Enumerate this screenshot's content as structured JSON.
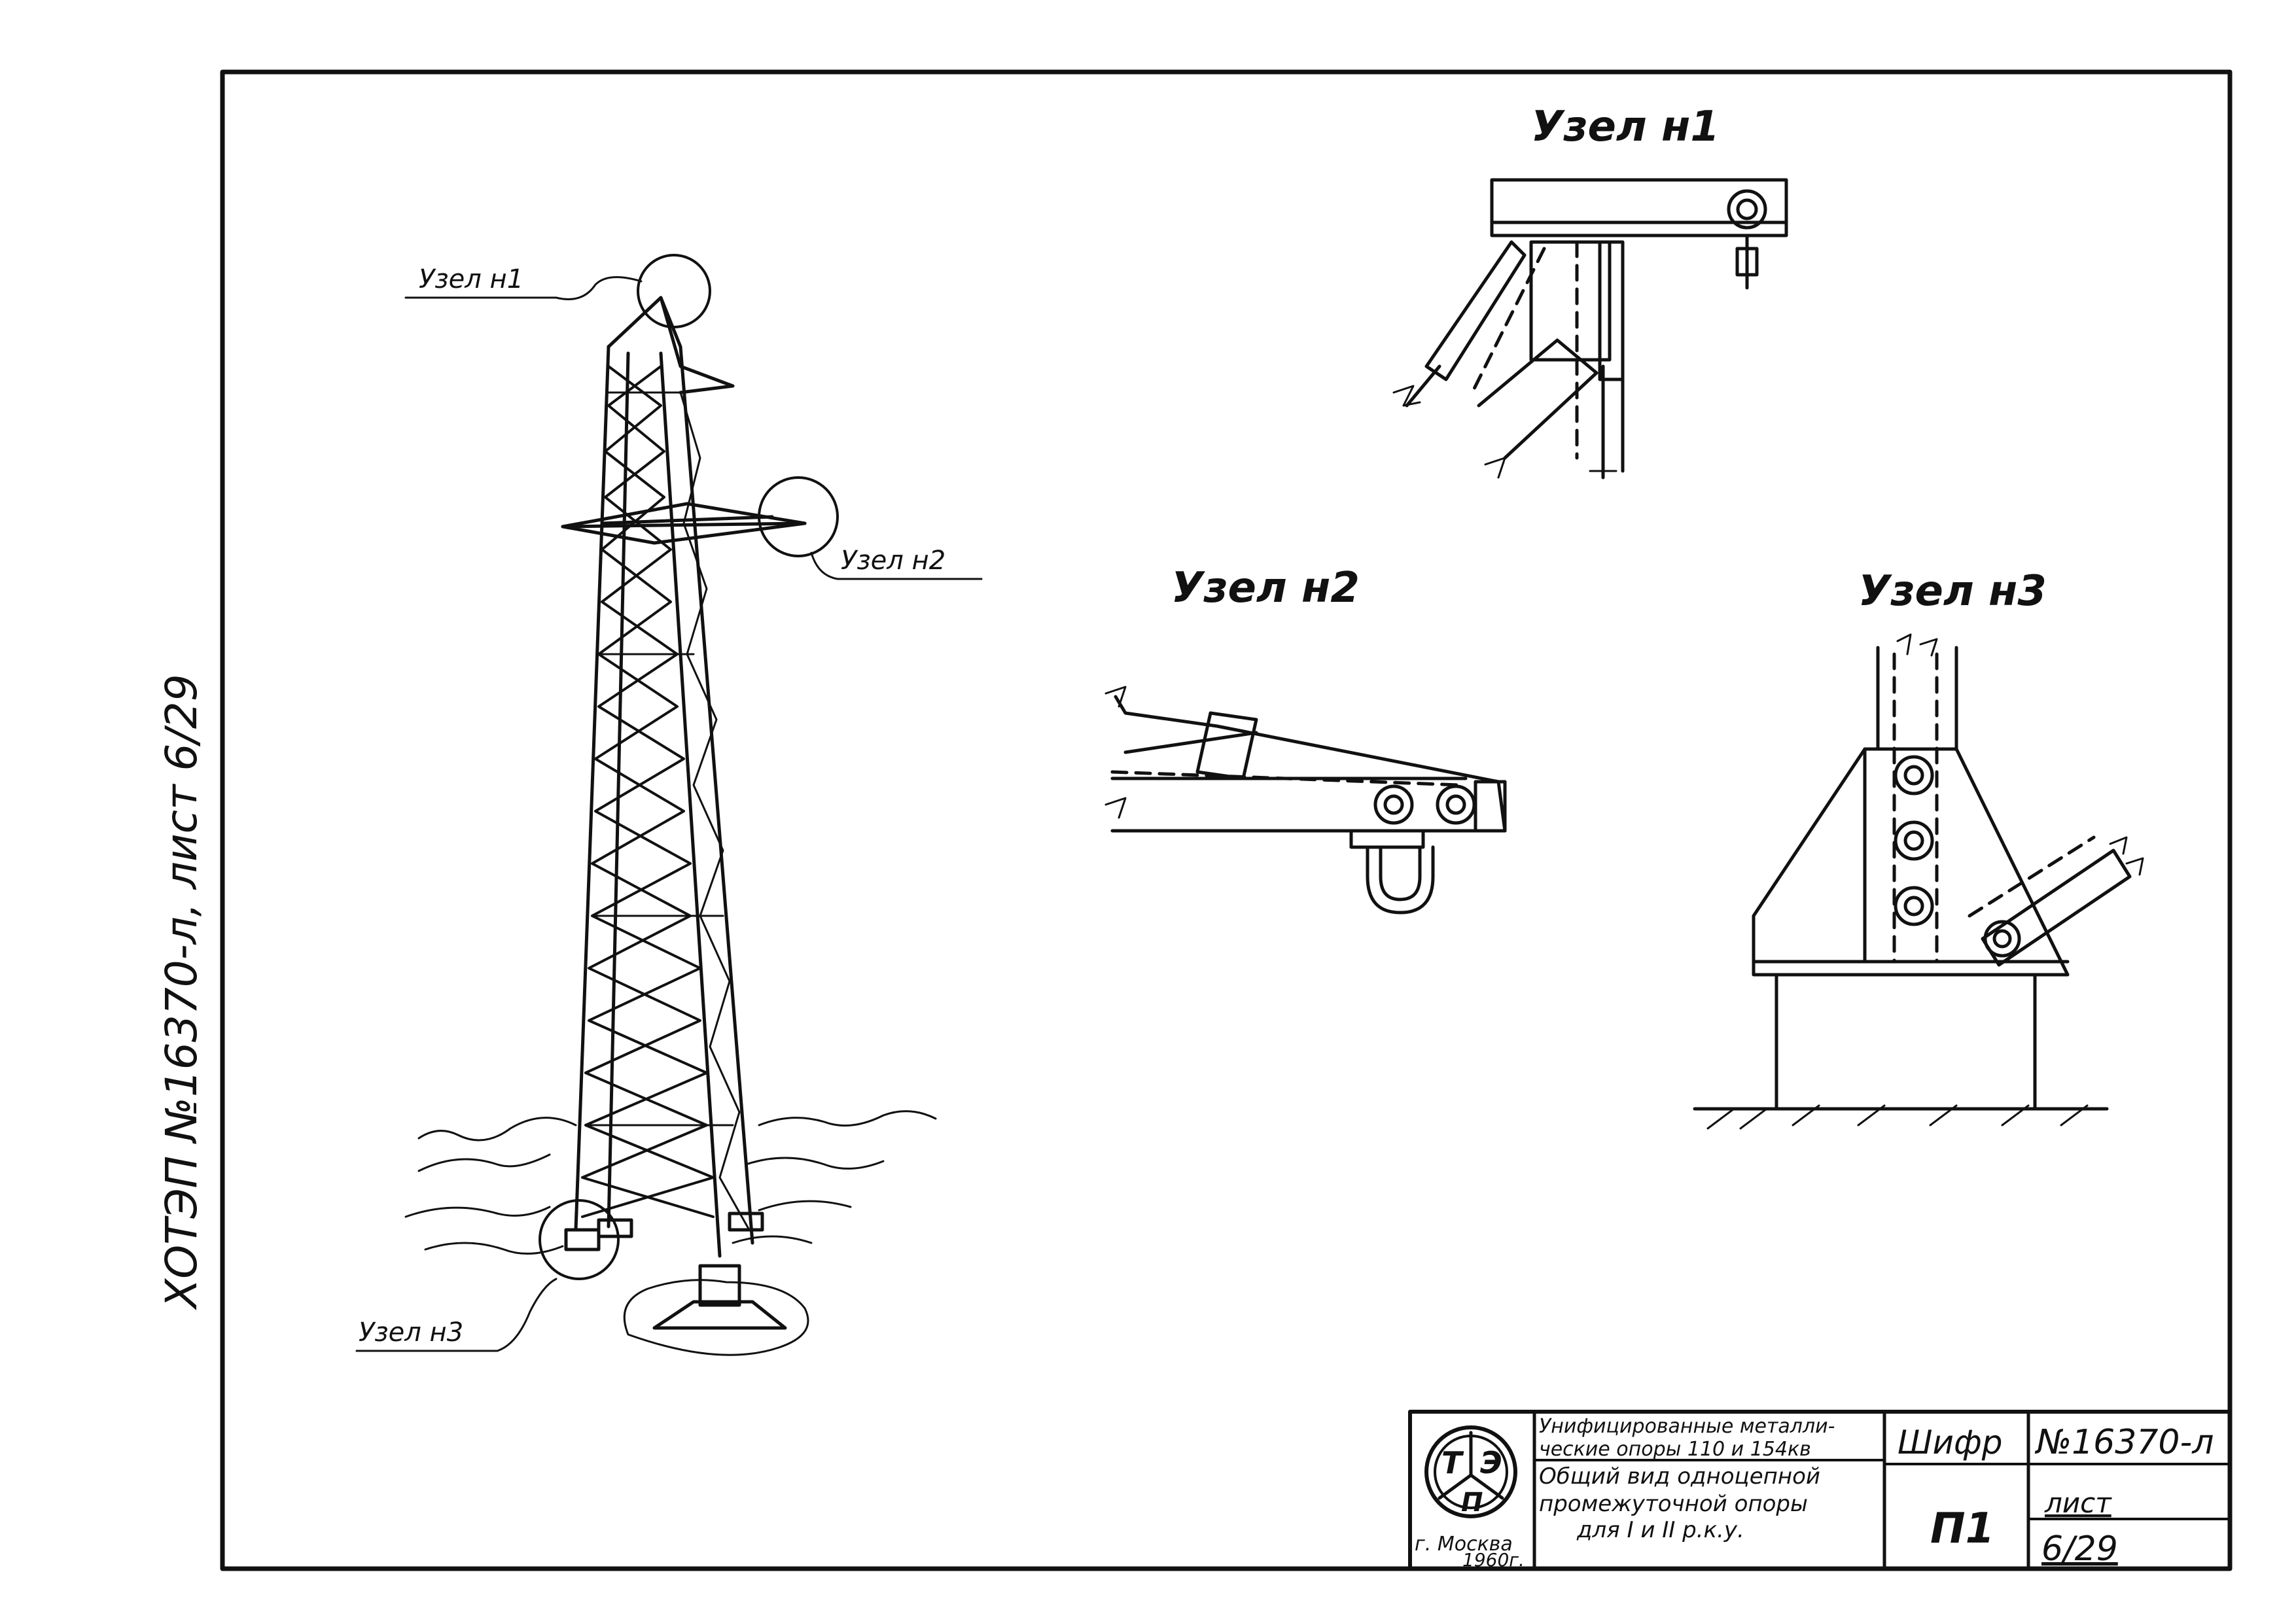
{
  "side_stamp": "ХОТЭП  №16370-л,  лист 6/29",
  "tower_labels": {
    "node1": "Узел н1",
    "node2": "Узел н2",
    "node3": "Узел н3"
  },
  "details": {
    "node1_title": "Узел н1",
    "node2_title": "Узел н2",
    "node3_title": "Узел н3"
  },
  "title_block": {
    "logo_letters": [
      "Т",
      "Э",
      "П"
    ],
    "city": "г. Москва",
    "year": "1960г.",
    "project_line1": "Унифицированные металли-",
    "project_line2": "ческие опоры    110 и 154кв",
    "sheet_desc_line1": "Общий вид одноцепной",
    "sheet_desc_line2": "промежуточной опоры",
    "sheet_desc_line3": "для I и II р.к.у.",
    "cipher_label": "Шифр",
    "cipher_value": "П1",
    "doc_number": "№16370-л",
    "sheet_label": "лист",
    "sheet_value": "6/29"
  }
}
